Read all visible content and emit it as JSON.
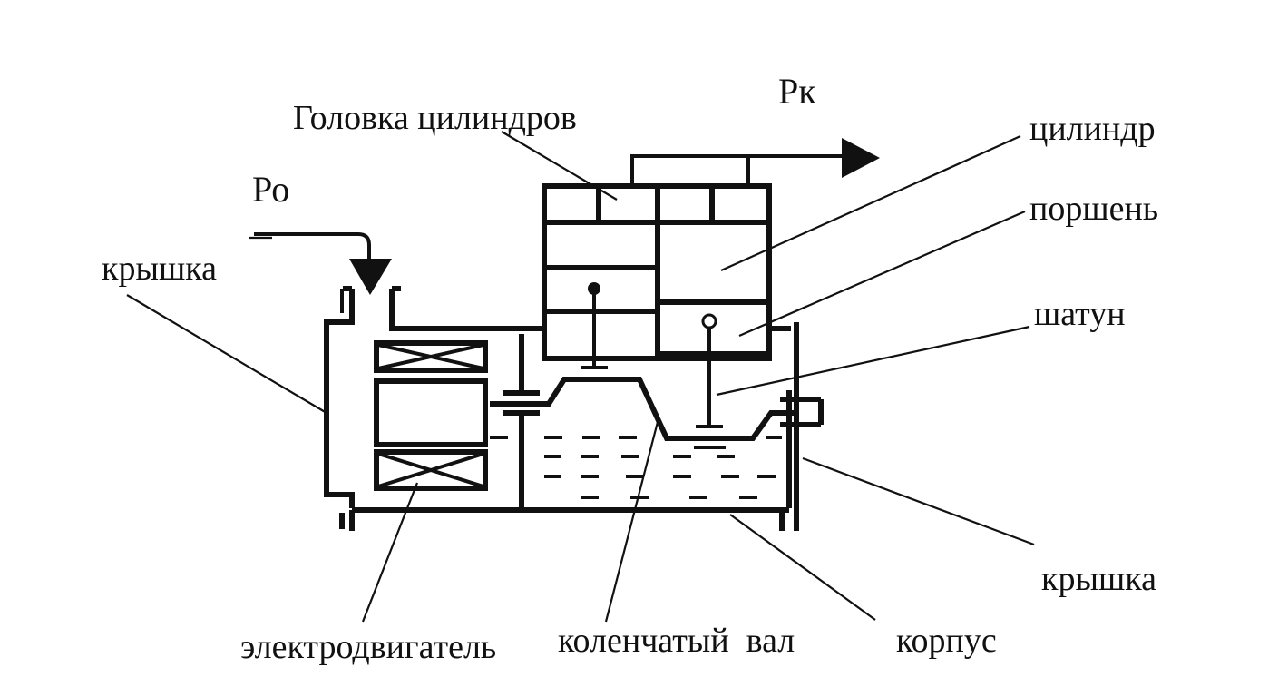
{
  "labels": {
    "p_out": "Рк",
    "p_in": "Ро",
    "cylinder_head": "Головка цилиндров",
    "cylinder": "цилиндр",
    "piston": "поршень",
    "connecting_rod": "шатун",
    "cover_left": "крышка",
    "cover_right": "крышка",
    "motor": "электродвигатель",
    "crankshaft": "коленчатый  вал",
    "housing": "корпус"
  }
}
